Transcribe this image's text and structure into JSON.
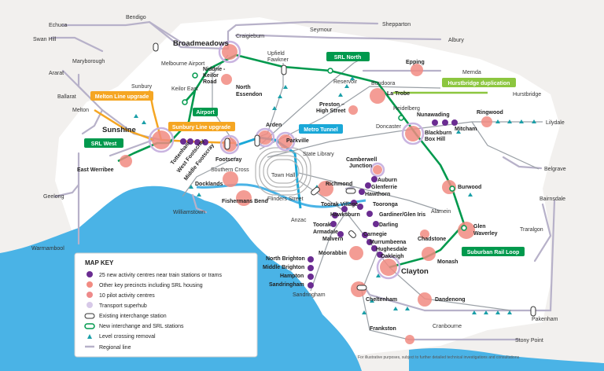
{
  "colors": {
    "land": "#f2f0ee",
    "metro_area": "#ffffff",
    "water": "#4ab3e6",
    "srl": "#00994d",
    "metro_tunnel": "#1aa8d8",
    "melton_sunbury": "#f5a623",
    "hurstbridge": "#8cc63f",
    "regional": "#b7b1c9",
    "activity_centre": "#6a2c91",
    "precinct": "#f28b82",
    "pilot": "#ee8a8a",
    "superhub": "#d7c9e8",
    "level_crossing": "#1a9fa8"
  },
  "project_tags": {
    "srl_north": "SRL North",
    "srl_west": "SRL West",
    "airport": "Airport",
    "metro_tunnel": "Metro Tunnel",
    "melton": "Melton Line upgrade",
    "sunbury": "Sunbury Line upgrade",
    "hurstbridge": "Hurstbridge duplication",
    "srl_loop": "Suburban Rail Loop"
  },
  "regional_places": {
    "echuca": "Echuca",
    "bendigo": "Bendigo",
    "swan_hill": "Swan Hill",
    "shepparton": "Shepparton",
    "seymour": "Seymour",
    "albury": "Albury",
    "maryborough": "Maryborough",
    "ararat": "Ararat",
    "ballarat": "Ballarat",
    "melton": "Melton",
    "geelong": "Geelong",
    "warrnambool": "Warrnambool",
    "williamstown": "Williamstown",
    "mernda": "Mernda",
    "hurstbridge": "Hurstbridge",
    "lilydale": "Lilydale",
    "belgrave": "Belgrave",
    "alamein": "Alamein",
    "bairnsdale": "Bairnsdale",
    "traralgon": "Traralgon",
    "pakenham": "Pakenham",
    "cranbourne": "Cranbourne",
    "stony_point": "Stony Point",
    "sandringham": "Sandringham",
    "craigieburn": "Craigieburn",
    "upfield": "Upfield",
    "fawkner": "Fawkner",
    "sunbury": "Sunbury",
    "melbourne_airport": "Melbourne Airport",
    "keilor_east": "Keilor East",
    "southern_cross": "Southern Cross",
    "flinders_street": "Flinders Street",
    "town_hall": "Town Hall",
    "state_library": "State Library",
    "anzac": "Anzac",
    "reservoir": "Reservoir",
    "doncaster": "Doncaster",
    "heidelberg": "Heidelberg",
    "bundoora": "Bundoora"
  },
  "centres": {
    "broadmeadows": "Broadmeadows",
    "sunshine": "Sunshine",
    "east_werribee": "East Werribee",
    "footscray": "Footscray",
    "arden": "Arden",
    "parkville": "Parkville",
    "docklands": "Docklands",
    "fishermans_bend": "Fishermans Bend",
    "richmond": "Richmond",
    "epping": "Epping",
    "la_trobe": "La Trobe",
    "preston": "Preston –",
    "high_street": "High Street",
    "niddrie": "Niddrie -",
    "keilor": "Keilor",
    "road": "Road",
    "north": "North",
    "essendon": "Essendon",
    "box_hill": "Box Hill",
    "blackburn": "Blackburn",
    "nunawading": "Nunawading",
    "mitcham": "Mitcham",
    "ringwood": "Ringwood",
    "camberwell": "Camberwell",
    "junction": "Junction",
    "burwood": "Burwood",
    "glen": "Glen",
    "waverley": "Waverley",
    "monash": "Monash",
    "clayton": "Clayton",
    "chadstone": "Chadstone",
    "moorabbin": "Moorabbin",
    "cheltenham": "Cheltenham",
    "dandenong": "Dandenong",
    "frankston": "Frankston",
    "tottenham": "Tottenham",
    "west_footscray": "West Footscray",
    "middle_footscray": "Middle Footscray",
    "auburn": "Auburn",
    "glenferrie": "Glenferrie",
    "hawthorn": "Hawthorn",
    "toorak_village": "Toorak Village",
    "tooronga": "Tooronga",
    "hawksburn": "Hawksburn",
    "gardiner": "Gardiner/Glen Iris",
    "toorak": "Toorak",
    "armadale": "Armadale",
    "darling": "Darling",
    "malvern": "Malvern",
    "carnegie": "Carnegie",
    "murrumbeena": "Murrumbeena",
    "hughesdale": "Hughesdale",
    "oakleigh": "Oakleigh",
    "north_brighton": "North Brighton",
    "middle_brighton": "Middle Brighton",
    "hampton": "Hampton",
    "sandringham": "Sandringham"
  },
  "legend": {
    "title": "MAP KEY",
    "items": [
      "25 new activity centres near train stations or trams",
      "Other key precincts including SRL housing",
      "10 pilot activity centres",
      "Transport superhub",
      "Existing interchange station",
      "New interchange and SRL stations",
      "Level crossing removal",
      "Regional line"
    ]
  },
  "footnote": "For illustrative purposes, subject to further detailed technical investigations and consultations"
}
